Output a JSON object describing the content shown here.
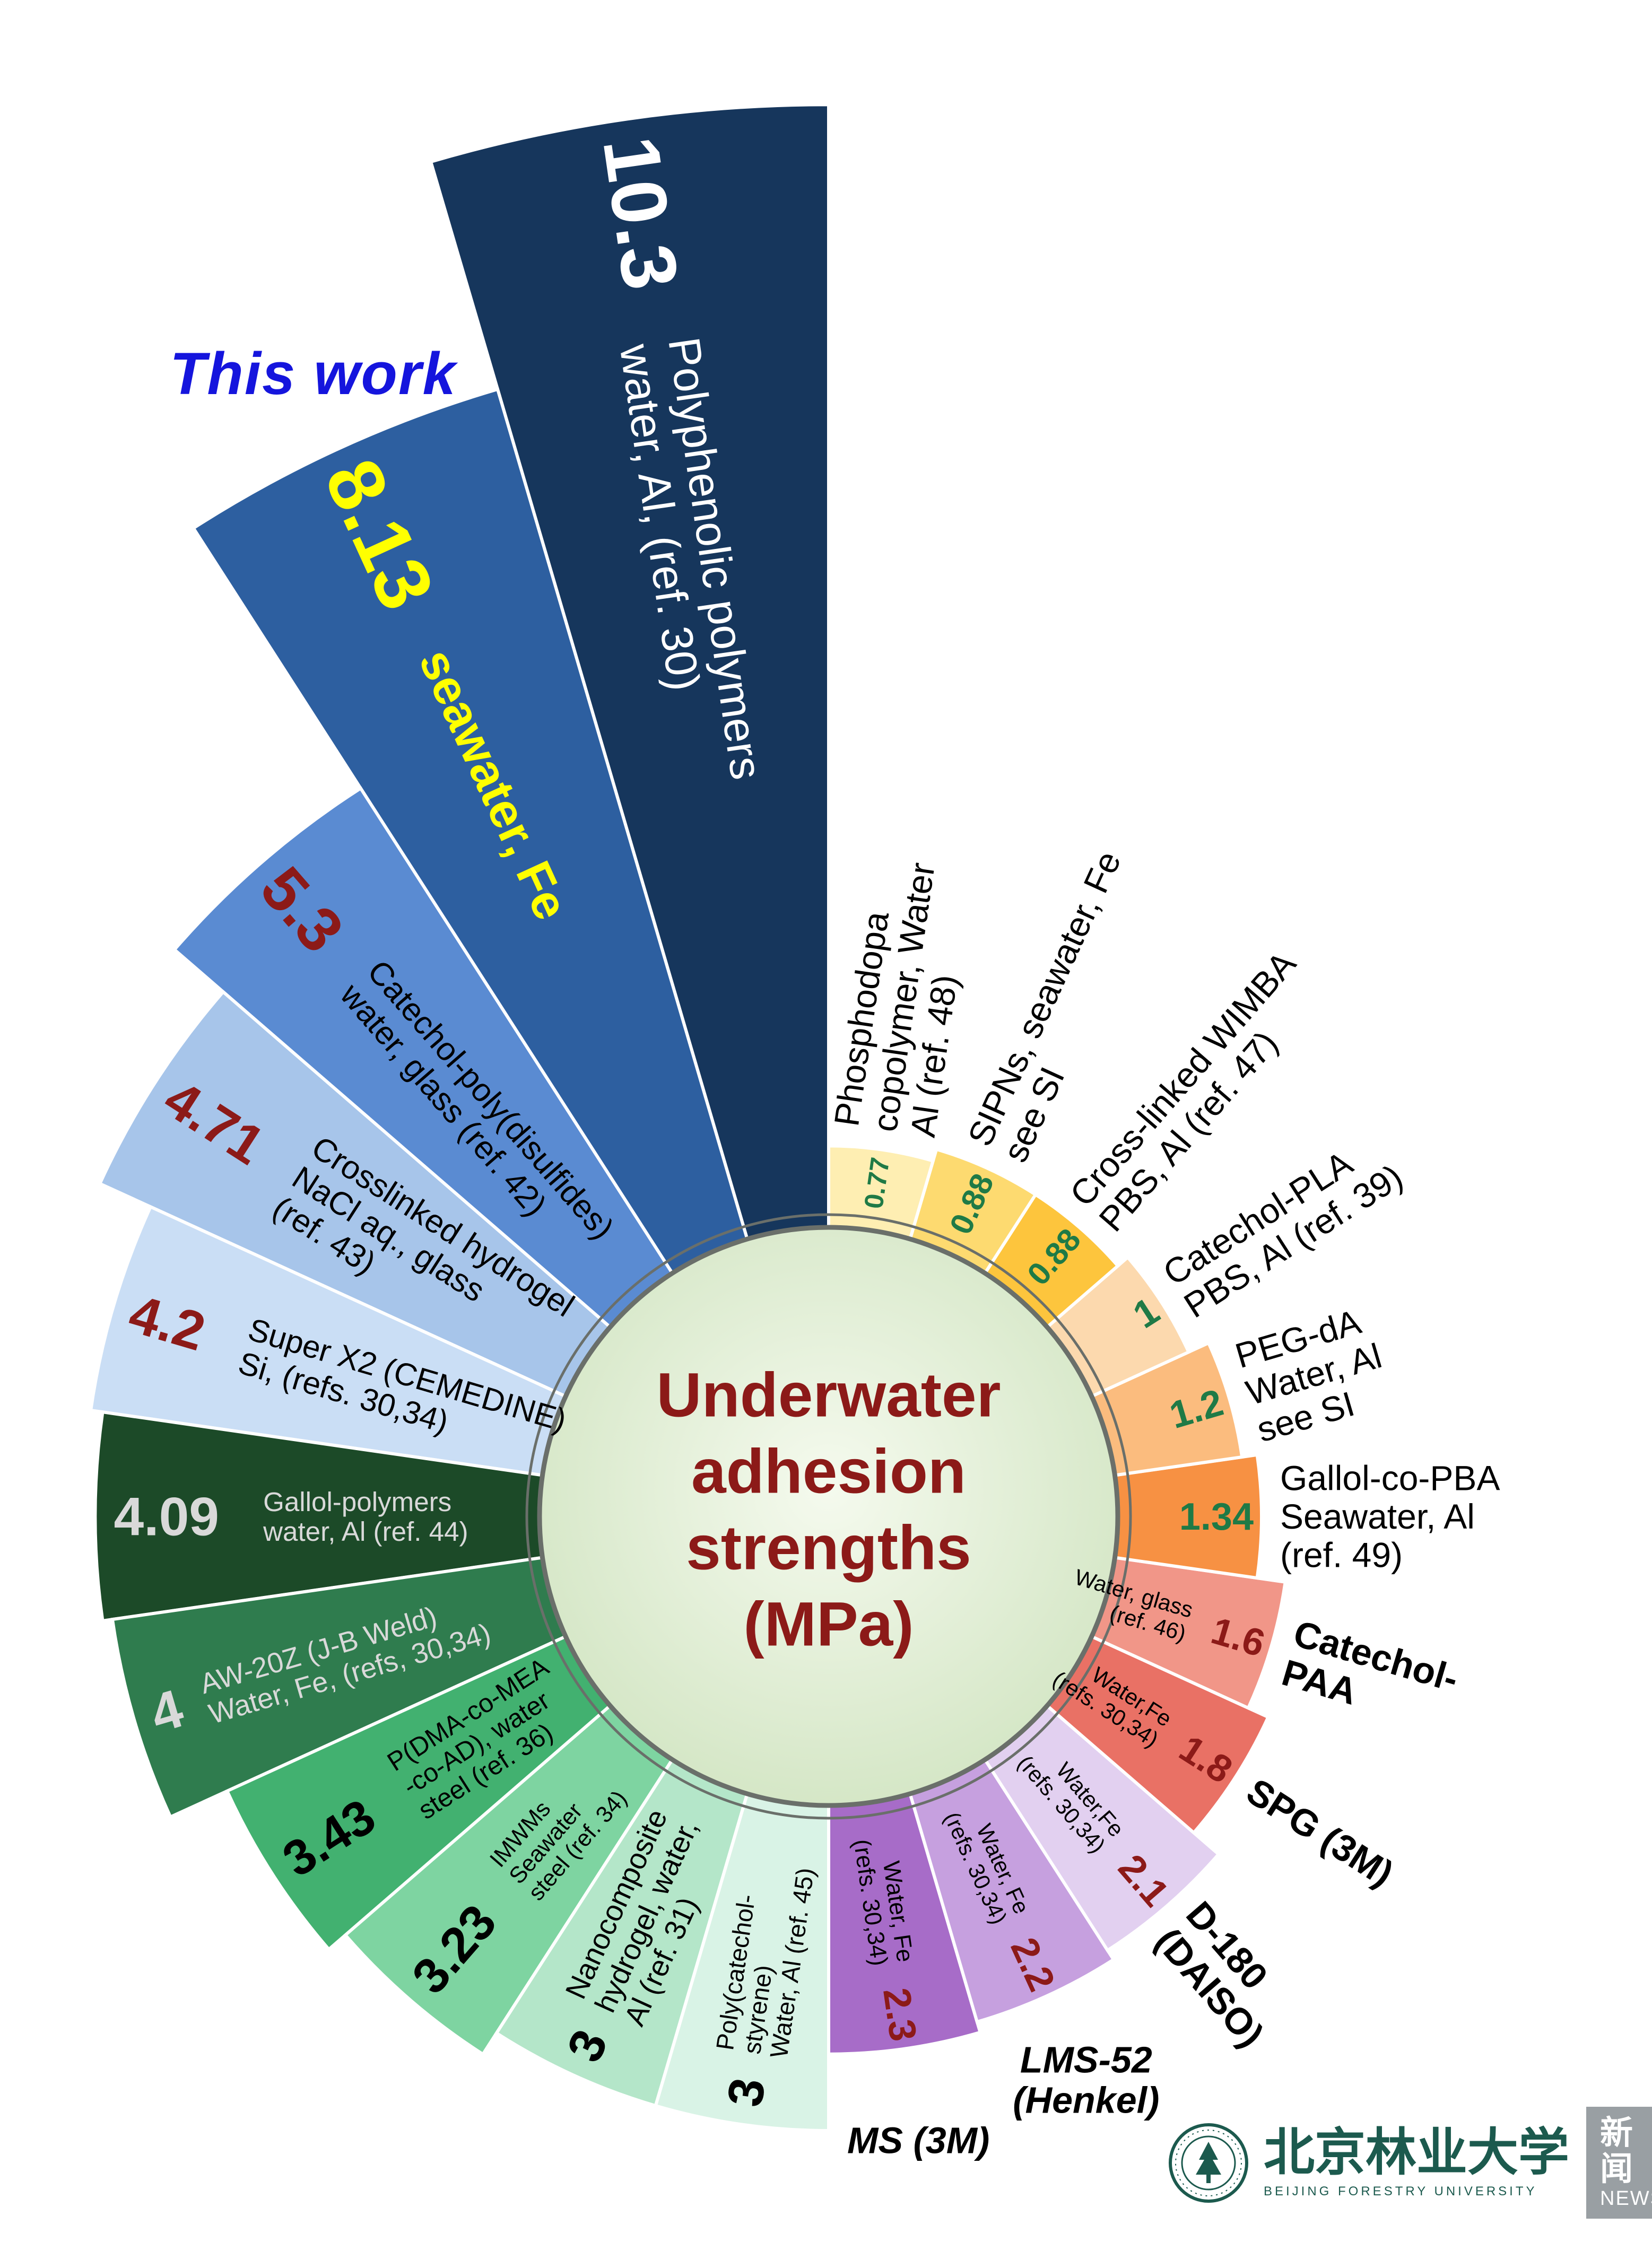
{
  "title": {
    "lines": [
      "Underwater",
      "adhesion",
      "strengths",
      "(MPa)"
    ],
    "color": "#8c1a18"
  },
  "annotation": {
    "text": "This work",
    "color": "#1515dd"
  },
  "footer": {
    "university_cn": "北京林业大学",
    "university_en": "BEIJING FORESTRY UNIVERSITY",
    "news_cn": "新闻",
    "news_en": "NEWS"
  },
  "chart_data": {
    "type": "bar",
    "subtype": "polar-radial-rose",
    "units": "MPa",
    "title": "Underwater adhesion strengths (MPa)",
    "start_angle_deg": 90,
    "sweep": "counterclockwise",
    "value_range": [
      0,
      10.3
    ],
    "legend_position": "none",
    "grid": false,
    "items": [
      {
        "value": 10.3,
        "value_text": "10.3",
        "color": "#16365c",
        "value_color": "#ffffff",
        "label": [
          "Polyphenolic polymers",
          "water, Al, (ref. 30)"
        ],
        "label_color": "#ffffff"
      },
      {
        "value": 8.13,
        "value_text": "8.13",
        "color": "#2d5fa0",
        "value_color": "#ffff00",
        "label": [
          "seawater, Fe"
        ],
        "label_color": "#ffff00",
        "label_bold": true,
        "highlight": "This work"
      },
      {
        "value": 5.3,
        "value_text": "5.3",
        "color": "#5a8bd2",
        "value_color": "#8c1a18",
        "label": [
          "Catechol-poly(disulfides)",
          "water, glass (ref. 42)"
        ],
        "label_color": "#000000"
      },
      {
        "value": 4.71,
        "value_text": "4.71",
        "color": "#a7c5ea",
        "value_color": "#8c1a18",
        "label": [
          "Crosslinked hydrogel",
          "NaCl aq., glass",
          "(ref. 43)"
        ],
        "label_color": "#000000"
      },
      {
        "value": 4.2,
        "value_text": "4.2",
        "color": "#cadef5",
        "value_color": "#8c1a18",
        "label": [
          "Super X2 (CEMEDINE)",
          "Si, (refs. 30,34)"
        ],
        "label_color": "#000000"
      },
      {
        "value": 4.09,
        "value_text": "4.09",
        "color": "#1c4a28",
        "value_color": "#d9d9d9",
        "label": [
          "Gallol-polymers",
          "water, Al (ref. 44)"
        ],
        "label_color": "#d9d9d9"
      },
      {
        "value": 4,
        "value_text": "4",
        "color": "#2f7c4e",
        "value_color": "#d9d9d9",
        "label": [
          "AW-20Z (J-B Weld)",
          "Water, Fe, (refs, 30,34)"
        ],
        "label_color": "#d9d9d9"
      },
      {
        "value": 3.43,
        "value_text": "3.43",
        "color": "#42b170",
        "value_color": "#000000",
        "label": [
          "P(DMA-co-MEA",
          "-co-AD), water",
          "steel (ref. 36)"
        ],
        "label_color": "#000000"
      },
      {
        "value": 3.23,
        "value_text": "3.23",
        "color": "#7ed4a1",
        "value_color": "#000000",
        "label": [
          "IMWMs",
          "Seawater",
          "steel (ref. 34)"
        ],
        "label_color": "#000000"
      },
      {
        "value": 3,
        "value_text": "3",
        "color": "#b4e6c9",
        "value_color": "#000000",
        "label": [
          "Nanocomposite",
          "hydrogel, water,",
          "Al (ref. 31)"
        ],
        "label_color": "#000000"
      },
      {
        "value": 3,
        "value_text": "3",
        "color": "#d9f3e6",
        "value_color": "#000000",
        "label": [
          "Poly(catechol-",
          "styrene)",
          "Water, Al (ref. 45)"
        ],
        "label_color": "#000000"
      },
      {
        "value": 2.3,
        "value_text": "2.3",
        "color": "#a76cc8",
        "value_color": "#8c1a18",
        "label": [
          "Water, Fe",
          "(refs. 30,34)"
        ],
        "label_color": "#000000",
        "brand": [
          "MS (3M)"
        ]
      },
      {
        "value": 2.2,
        "value_text": "2.2",
        "color": "#c6a0df",
        "value_color": "#8c1a18",
        "label": [
          "Water, Fe",
          "(refs. 30,34)"
        ],
        "label_color": "#000000",
        "brand": [
          "LMS-52",
          "(Henkel)"
        ]
      },
      {
        "value": 2.1,
        "value_text": "2.1",
        "color": "#e2d0f0",
        "value_color": "#8c1a18",
        "label": [
          "Water,Fe",
          "(refs. 30,34)"
        ],
        "label_color": "#000000",
        "brand": [
          "D-180",
          "(DAISO)"
        ]
      },
      {
        "value": 1.8,
        "value_text": "1.8",
        "color": "#e97165",
        "value_color": "#8c1a18",
        "label": [
          "Water,Fe",
          "(refs. 30,34)"
        ],
        "label_color": "#000000",
        "brand": [
          "SPG (3M)"
        ]
      },
      {
        "value": 1.6,
        "value_text": "1.6",
        "color": "#f19688",
        "value_color": "#8c1a18",
        "label": [
          "Water, glass",
          "(ref. 46)"
        ],
        "label_color": "#000000",
        "brand": [
          "Catechol-",
          "PAA"
        ]
      },
      {
        "value": 1.34,
        "value_text": "1.34",
        "color": "#f79143",
        "value_color": "#1f7a46",
        "outer": [
          "Gallol-co-PBA",
          "Seawater, Al",
          "(ref. 49)"
        ]
      },
      {
        "value": 1.2,
        "value_text": "1.2",
        "color": "#fbbc7e",
        "value_color": "#1f7a46",
        "outer": [
          "PEG-dA",
          "Water, Al",
          "see SI"
        ]
      },
      {
        "value": 1,
        "value_text": "1",
        "color": "#fcd9ae",
        "value_color": "#1f7a46",
        "outer": [
          "Catechol-PLA",
          "PBS, Al (ref. 39)"
        ]
      },
      {
        "value": 0.88,
        "value_text": "0.88",
        "color": "#fdc53d",
        "value_color": "#1f7a46",
        "outer": [
          "Cross-linked WIMBA",
          "PBS, Al (ref. 47)"
        ]
      },
      {
        "value": 0.88,
        "value_text": "0.88",
        "color": "#fdda70",
        "value_color": "#1f7a46",
        "outer": [
          "SIPNs, seawater, Fe",
          "see SI"
        ]
      },
      {
        "value": 0.77,
        "value_text": "0.77",
        "color": "#feeeb2",
        "value_color": "#1f7a46",
        "outer": [
          "Phosphodopa",
          "copolymer, Water",
          "Al (ref. 48)"
        ]
      }
    ]
  }
}
